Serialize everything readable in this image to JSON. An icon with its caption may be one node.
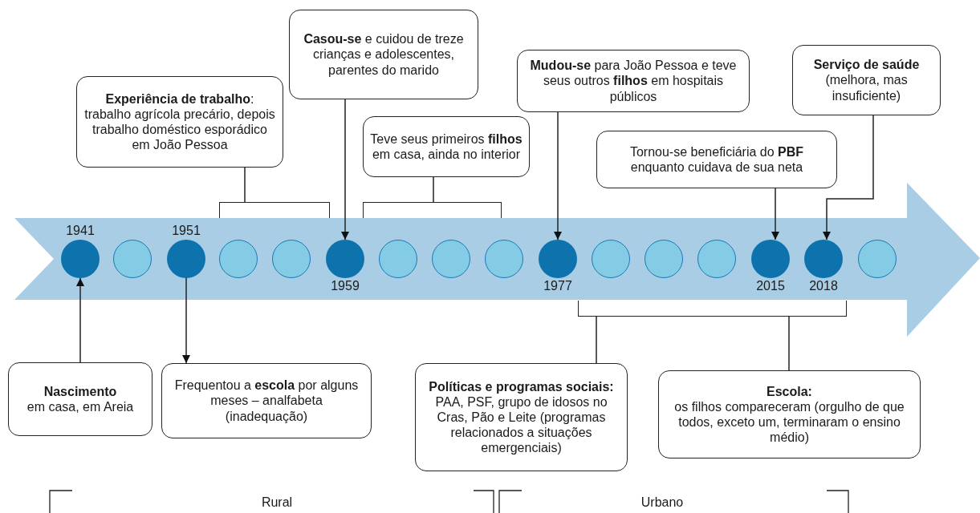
{
  "diagram": {
    "nodes": [
      {
        "text": [],
        "shape": "arrow"
      },
      {
        "text": [],
        "shape": "circle",
        "beside": [
          "1941"
        ],
        "in": 0
      },
      {
        "text": [],
        "shape": "circle",
        "in": 0
      },
      {
        "text": [],
        "shape": "circle",
        "beside": [
          "1951"
        ],
        "in": 0
      },
      {
        "text": [],
        "shape": "circle",
        "in": 0
      },
      {
        "text": [],
        "shape": "circle",
        "in": 0
      },
      {
        "text": [],
        "shape": "circle",
        "beside": [
          "1959"
        ],
        "in": 0
      },
      {
        "text": [],
        "shape": "circle",
        "in": 0
      },
      {
        "text": [],
        "shape": "circle",
        "in": 0
      },
      {
        "text": [],
        "shape": "circle",
        "in": 0
      },
      {
        "text": [],
        "shape": "circle",
        "beside": [
          "1977"
        ],
        "in": 0
      },
      {
        "text": [],
        "shape": "circle",
        "in": 0
      },
      {
        "text": [],
        "shape": "circle",
        "in": 0
      },
      {
        "text": [],
        "shape": "circle",
        "in": 0
      },
      {
        "text": [],
        "shape": "circle",
        "beside": [
          "2015"
        ],
        "in": 0
      },
      {
        "text": [],
        "shape": "circle",
        "beside": [
          "2018"
        ],
        "in": 0
      },
      {
        "text": [],
        "shape": "circle",
        "in": 0
      },
      {
        "text": [
          "**Experiência de trabalho**: trabalho agrícola precário, depois trabalho doméstico esporádico em João Pessoa"
        ]
      },
      {
        "text": [
          "**Casou-se** e cuidou de treze crianças e adolescentes, parentes do marido"
        ]
      },
      {
        "text": [
          "Teve seus primeiros **filhos** em casa, ainda no interior"
        ]
      },
      {
        "text": [
          "**Mudou-se** para João Pessoa e teve seus outros **filhos** em hospitais públicos"
        ]
      },
      {
        "text": [
          "Tornou-se beneficiária do **PBF** enquanto cuidava de sua neta"
        ]
      },
      {
        "text": [
          "Serviço de saúde",
          "(melhora, mas insuficiente)"
        ]
      },
      {
        "text": [
          "Nascimento",
          "em casa, em Areia"
        ]
      },
      {
        "text": [
          "Frequentou a **escola** por alguns meses – analfabeta (inadequação)"
        ]
      },
      {
        "text": [
          "Políticas e programas sociais:",
          "PAA, PSF, grupo de idosos no Cras, Pão e Leite (programas relacionados a situações emergenciais)"
        ]
      },
      {
        "text": [
          "Escola:",
          "os filhos compareceram (orgulho de que todos, exceto um, terminaram o ensino médio)"
        ]
      },
      {
        "text": [],
        "shape": "bracket"
      },
      {
        "text": [],
        "shape": "bracket"
      },
      {
        "text": [],
        "shape": "bracket"
      }
    ],
    "edges": [
      {
        "from": 17,
        "to": 27,
        "arrow": "none"
      },
      {
        "from": 18,
        "to": 6,
        "arrow": "to"
      },
      {
        "from": 19,
        "to": 28,
        "arrow": "none"
      },
      {
        "from": 20,
        "to": 10,
        "arrow": "to"
      },
      {
        "from": 21,
        "to": 14,
        "arrow": "to"
      },
      {
        "from": 22,
        "to": 15,
        "arrow": "to"
      },
      {
        "from": 23,
        "to": 1,
        "arrow": "to"
      },
      {
        "from": 3,
        "to": 24,
        "arrow": "to"
      },
      {
        "from": 25,
        "to": 29,
        "arrow": "none"
      },
      {
        "from": 26,
        "to": 29,
        "arrow": "none"
      }
    ],
    "labels": [
      "Rural",
      "Urbano"
    ]
  }
}
